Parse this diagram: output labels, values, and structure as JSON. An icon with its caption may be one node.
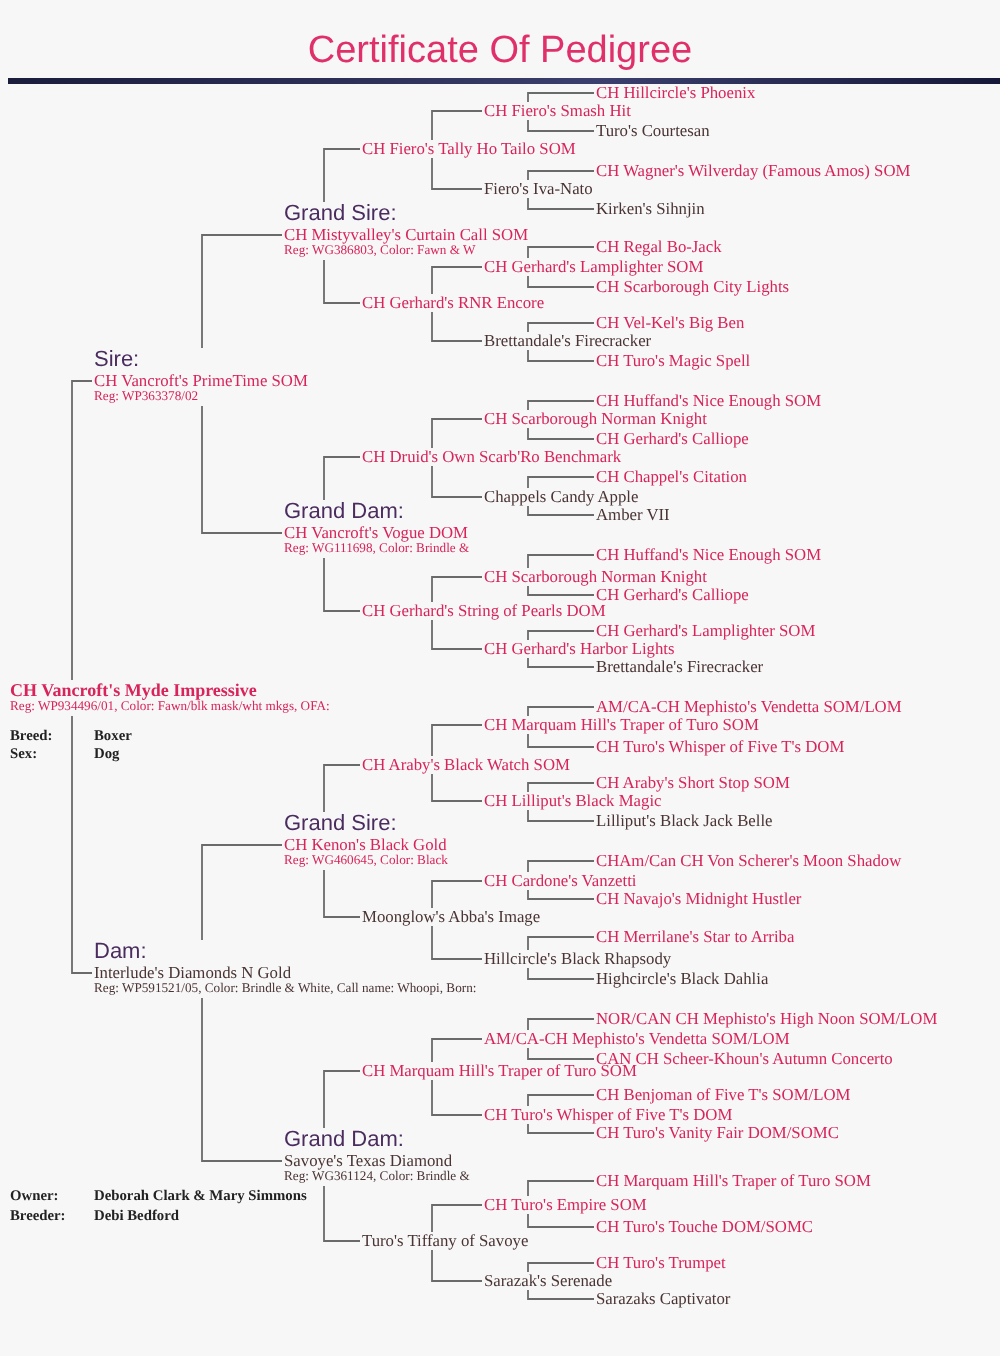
{
  "diagram": {
    "title": "Certificate Of Pedigree",
    "nodes": [
      {
        "text": [
          "CH Vancroft's Myde Impressive",
          "Reg:  WP934496/01, Color:  Fawn/blk mask/wht mkgs, OFA:"
        ]
      },
      {
        "text": [
          "Sire:",
          "CH Vancroft's PrimeTime SOM",
          "Reg:  WP363378/02"
        ]
      },
      {
        "text": [
          "Grand Sire:",
          "CH Mistyvalley's Curtain Call SOM",
          "Reg:  WG386803, Color:  Fawn & W"
        ]
      },
      {
        "text": [
          "CH Fiero's Tally Ho Tailo SOM"
        ]
      },
      {
        "text": [
          "CH Fiero's Smash Hit"
        ]
      },
      {
        "text": [
          "CH Hillcircle's Phoenix"
        ]
      },
      {
        "text": [
          "Turo's Courtesan"
        ]
      },
      {
        "text": [
          "Fiero's Iva-Nato"
        ]
      },
      {
        "text": [
          "CH Wagner's Wilverday (Famous Amos) SOM"
        ]
      },
      {
        "text": [
          "Kirken's Sihnjin"
        ]
      },
      {
        "text": [
          "CH Gerhard's RNR Encore"
        ]
      },
      {
        "text": [
          "CH Gerhard's Lamplighter SOM"
        ]
      },
      {
        "text": [
          "CH Regal Bo-Jack"
        ]
      },
      {
        "text": [
          "CH Scarborough City Lights"
        ]
      },
      {
        "text": [
          "Brettandale's Firecracker"
        ]
      },
      {
        "text": [
          "CH Vel-Kel's Big Ben"
        ]
      },
      {
        "text": [
          "CH Turo's Magic Spell"
        ]
      },
      {
        "text": [
          "Grand Dam:",
          "CH Vancroft's Vogue DOM",
          "Reg:  WG111698, Color:  Brindle &"
        ]
      },
      {
        "text": [
          "CH Druid's Own Scarb'Ro Benchmark"
        ]
      },
      {
        "text": [
          "CH Scarborough Norman Knight"
        ]
      },
      {
        "text": [
          "CH Huffand's Nice Enough SOM"
        ]
      },
      {
        "text": [
          "CH Gerhard's Calliope"
        ]
      },
      {
        "text": [
          "Chappels Candy Apple"
        ]
      },
      {
        "text": [
          "CH Chappel's Citation"
        ]
      },
      {
        "text": [
          "Amber VII"
        ]
      },
      {
        "text": [
          "CH Gerhard's String of Pearls DOM"
        ]
      },
      {
        "text": [
          "CH Scarborough Norman Knight"
        ]
      },
      {
        "text": [
          "CH Huffand's Nice Enough SOM"
        ]
      },
      {
        "text": [
          "CH Gerhard's Calliope"
        ]
      },
      {
        "text": [
          "CH Gerhard's Harbor Lights"
        ]
      },
      {
        "text": [
          "CH Gerhard's Lamplighter SOM"
        ]
      },
      {
        "text": [
          "Brettandale's Firecracker"
        ]
      },
      {
        "text": [
          "Dam:",
          "Interlude's Diamonds N Gold",
          "Reg:  WP591521/05, Color:  Brindle & White, Call name:  Whoopi, Born:"
        ]
      },
      {
        "text": [
          "Grand Sire:",
          "CH Kenon's Black Gold",
          "Reg:  WG460645, Color:  Black"
        ]
      },
      {
        "text": [
          "CH Araby's Black Watch SOM"
        ]
      },
      {
        "text": [
          "CH Marquam Hill's Traper of Turo SOM"
        ]
      },
      {
        "text": [
          "AM/CA-CH Mephisto's Vendetta SOM/LOM"
        ]
      },
      {
        "text": [
          "CH Turo's Whisper of Five T's DOM"
        ]
      },
      {
        "text": [
          "CH Lilliput's Black Magic"
        ]
      },
      {
        "text": [
          "CH Araby's Short Stop SOM"
        ]
      },
      {
        "text": [
          "Lilliput's Black Jack Belle"
        ]
      },
      {
        "text": [
          "Moonglow's Abba's Image"
        ]
      },
      {
        "text": [
          "CH Cardone's Vanzetti"
        ]
      },
      {
        "text": [
          "CHAm/Can CH Von Scherer's Moon Shadow"
        ]
      },
      {
        "text": [
          "CH Navajo's Midnight Hustler"
        ]
      },
      {
        "text": [
          "Hillcircle's Black Rhapsody"
        ]
      },
      {
        "text": [
          "CH Merrilane's Star to Arriba"
        ]
      },
      {
        "text": [
          "Highcircle's Black Dahlia"
        ]
      },
      {
        "text": [
          "Grand Dam:",
          "Savoye's Texas Diamond",
          "Reg:  WG361124, Color:  Brindle &"
        ]
      },
      {
        "text": [
          "CH Marquam Hill's Traper of Turo SOM"
        ]
      },
      {
        "text": [
          "AM/CA-CH Mephisto's Vendetta SOM/LOM"
        ]
      },
      {
        "text": [
          "NOR/CAN CH Mephisto's High Noon SOM/LOM"
        ]
      },
      {
        "text": [
          "CAN CH Scheer-Khoun's Autumn Concerto"
        ]
      },
      {
        "text": [
          "CH Turo's Whisper of Five T's DOM"
        ]
      },
      {
        "text": [
          "CH Benjoman of Five T's SOM/LOM"
        ]
      },
      {
        "text": [
          "CH Turo's Vanity Fair DOM/SOMC"
        ]
      },
      {
        "text": [
          "Turo's Tiffany of Savoye"
        ]
      },
      {
        "text": [
          "CH Turo's Empire SOM"
        ]
      },
      {
        "text": [
          "CH Marquam Hill's Traper of Turo SOM"
        ]
      },
      {
        "text": [
          "CH Turo's Touche DOM/SOMC"
        ]
      },
      {
        "text": [
          "Sarazak's Serenade"
        ]
      },
      {
        "text": [
          "CH Turo's Trumpet"
        ]
      },
      {
        "text": [
          "Sarazaks Captivator"
        ]
      }
    ],
    "edges": [
      {
        "from": 0,
        "to": 1,
        "arrow": "none"
      },
      {
        "from": 1,
        "to": 2,
        "arrow": "none"
      },
      {
        "from": 2,
        "to": 3,
        "arrow": "none"
      },
      {
        "from": 3,
        "to": 4,
        "arrow": "none"
      },
      {
        "from": 4,
        "to": 5,
        "arrow": "none"
      },
      {
        "from": 4,
        "to": 6,
        "arrow": "none"
      },
      {
        "from": 3,
        "to": 7,
        "arrow": "none"
      },
      {
        "from": 7,
        "to": 8,
        "arrow": "none"
      },
      {
        "from": 7,
        "to": 9,
        "arrow": "none"
      },
      {
        "from": 2,
        "to": 10,
        "arrow": "none"
      },
      {
        "from": 10,
        "to": 11,
        "arrow": "none"
      },
      {
        "from": 11,
        "to": 12,
        "arrow": "none"
      },
      {
        "from": 11,
        "to": 13,
        "arrow": "none"
      },
      {
        "from": 10,
        "to": 14,
        "arrow": "none"
      },
      {
        "from": 14,
        "to": 15,
        "arrow": "none"
      },
      {
        "from": 14,
        "to": 16,
        "arrow": "none"
      },
      {
        "from": 1,
        "to": 17,
        "arrow": "none"
      },
      {
        "from": 17,
        "to": 18,
        "arrow": "none"
      },
      {
        "from": 18,
        "to": 19,
        "arrow": "none"
      },
      {
        "from": 19,
        "to": 20,
        "arrow": "none"
      },
      {
        "from": 19,
        "to": 21,
        "arrow": "none"
      },
      {
        "from": 18,
        "to": 22,
        "arrow": "none"
      },
      {
        "from": 22,
        "to": 23,
        "arrow": "none"
      },
      {
        "from": 22,
        "to": 24,
        "arrow": "none"
      },
      {
        "from": 17,
        "to": 25,
        "arrow": "none"
      },
      {
        "from": 25,
        "to": 26,
        "arrow": "none"
      },
      {
        "from": 26,
        "to": 27,
        "arrow": "none"
      },
      {
        "from": 26,
        "to": 28,
        "arrow": "none"
      },
      {
        "from": 25,
        "to": 29,
        "arrow": "none"
      },
      {
        "from": 29,
        "to": 30,
        "arrow": "none"
      },
      {
        "from": 29,
        "to": 31,
        "arrow": "none"
      },
      {
        "from": 0,
        "to": 32,
        "arrow": "none"
      },
      {
        "from": 32,
        "to": 33,
        "arrow": "none"
      },
      {
        "from": 33,
        "to": 34,
        "arrow": "none"
      },
      {
        "from": 34,
        "to": 35,
        "arrow": "none"
      },
      {
        "from": 35,
        "to": 36,
        "arrow": "none"
      },
      {
        "from": 35,
        "to": 37,
        "arrow": "none"
      },
      {
        "from": 34,
        "to": 38,
        "arrow": "none"
      },
      {
        "from": 38,
        "to": 39,
        "arrow": "none"
      },
      {
        "from": 38,
        "to": 40,
        "arrow": "none"
      },
      {
        "from": 33,
        "to": 41,
        "arrow": "none"
      },
      {
        "from": 41,
        "to": 42,
        "arrow": "none"
      },
      {
        "from": 42,
        "to": 43,
        "arrow": "none"
      },
      {
        "from": 42,
        "to": 44,
        "arrow": "none"
      },
      {
        "from": 41,
        "to": 45,
        "arrow": "none"
      },
      {
        "from": 45,
        "to": 46,
        "arrow": "none"
      },
      {
        "from": 45,
        "to": 47,
        "arrow": "none"
      },
      {
        "from": 32,
        "to": 48,
        "arrow": "none"
      },
      {
        "from": 48,
        "to": 49,
        "arrow": "none"
      },
      {
        "from": 49,
        "to": 50,
        "arrow": "none"
      },
      {
        "from": 50,
        "to": 51,
        "arrow": "none"
      },
      {
        "from": 50,
        "to": 52,
        "arrow": "none"
      },
      {
        "from": 49,
        "to": 53,
        "arrow": "none"
      },
      {
        "from": 53,
        "to": 54,
        "arrow": "none"
      },
      {
        "from": 53,
        "to": 55,
        "arrow": "none"
      },
      {
        "from": 48,
        "to": 56,
        "arrow": "none"
      },
      {
        "from": 56,
        "to": 57,
        "arrow": "none"
      },
      {
        "from": 57,
        "to": 58,
        "arrow": "none"
      },
      {
        "from": 57,
        "to": 59,
        "arrow": "none"
      },
      {
        "from": 56,
        "to": 60,
        "arrow": "none"
      },
      {
        "from": 60,
        "to": 61,
        "arrow": "none"
      },
      {
        "from": 60,
        "to": 62,
        "arrow": "none"
      }
    ],
    "labels": [
      "Breed:",
      "Boxer",
      "Sex:",
      "Dog",
      "Owner:",
      "Deborah Clark & Mary Simmons",
      "Breeder:",
      "Debi Bedford"
    ]
  }
}
